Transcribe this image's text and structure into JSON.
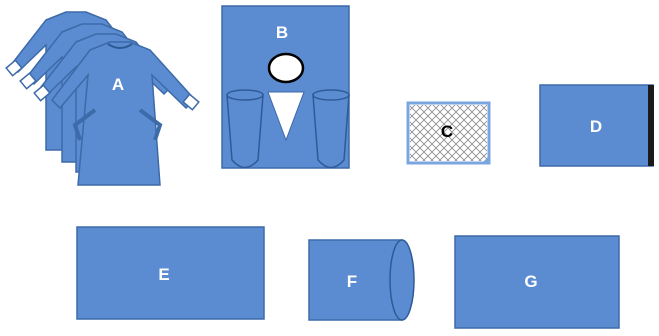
{
  "items": [
    {
      "key": "gown",
      "label": "A"
    },
    {
      "key": "drape-leggings",
      "label": "B"
    },
    {
      "key": "mesh-pad",
      "label": "C"
    },
    {
      "key": "sheet-edge",
      "label": "D"
    },
    {
      "key": "large-sheet",
      "label": "E"
    },
    {
      "key": "tube-cover",
      "label": "F"
    },
    {
      "key": "plain-sheet",
      "label": "G"
    }
  ],
  "colors": {
    "fill": "#5b8bd0",
    "stroke": "#3d6aa8",
    "dark_edge": "#1a1a1a",
    "mesh_border": "#7aa6e0"
  }
}
